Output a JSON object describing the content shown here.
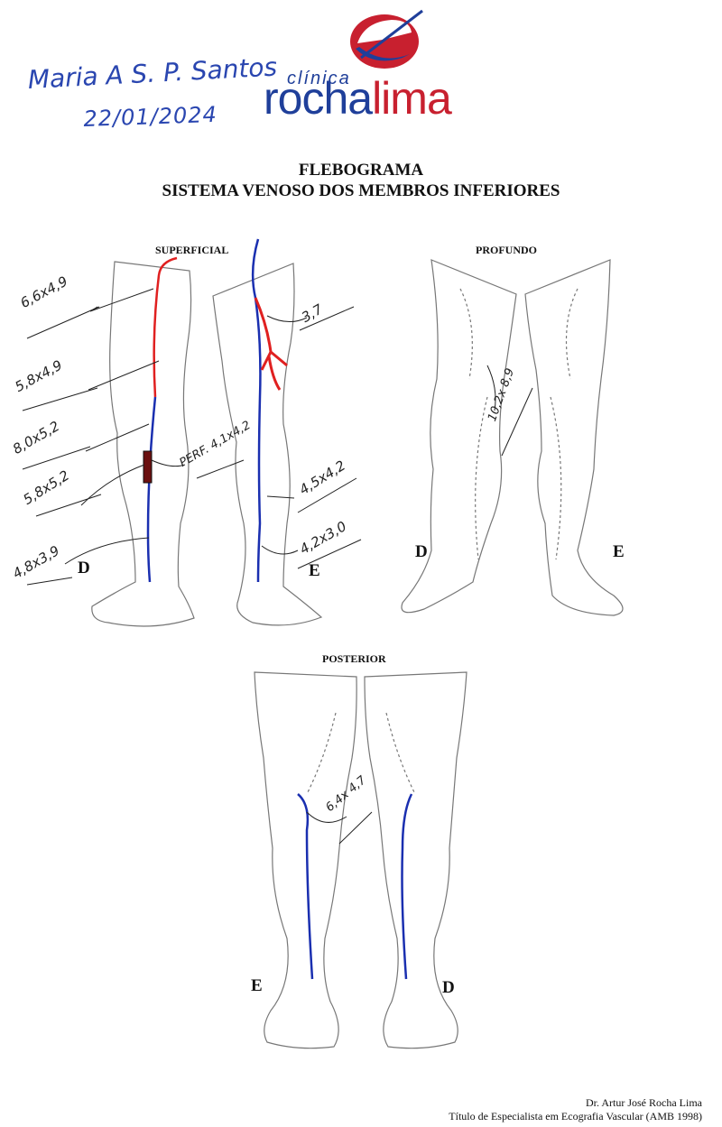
{
  "header": {
    "logo": {
      "clinica": "clínica",
      "rocha": "rocha",
      "lima": "lima"
    },
    "handwritten_name": "Maria A S. P. Santos",
    "handwritten_date": "22/01/2024"
  },
  "title": {
    "line1": "FLEBOGRAMA",
    "line2": "SISTEMA VENOSO DOS MEMBROS INFERIORES"
  },
  "views": {
    "superficial": {
      "label": "SUPERFICIAL",
      "right_side": "D",
      "left_side": "E"
    },
    "profundo": {
      "label": "PROFUNDO",
      "right_side": "D",
      "left_side": "E"
    },
    "posterior": {
      "label": "POSTERIOR",
      "left_side": "E",
      "right_side": "D"
    }
  },
  "measurements": {
    "m1": "6,6x4,9",
    "m2": "5,8x4,9",
    "m3": "8,0x5,2",
    "m4": "5,8x5,2",
    "m5": "4,8x3,9",
    "m6": "PERF. 4,1x4,2",
    "m7": "4,5x4,2",
    "m8": "4,2x3,0",
    "m9": "3,7",
    "m10": "10,2x 8,9",
    "m11": "6,4x 4,7"
  },
  "colors": {
    "insufficient_vein": "#e02020",
    "normal_vein": "#1a2fb0",
    "logo_blue": "#1f3f9a",
    "logo_red": "#c8202f"
  },
  "footer": {
    "doctor": "Dr. Artur José Rocha Lima",
    "credential": "Título de Especialista em Ecografia Vascular (AMB 1998)"
  }
}
